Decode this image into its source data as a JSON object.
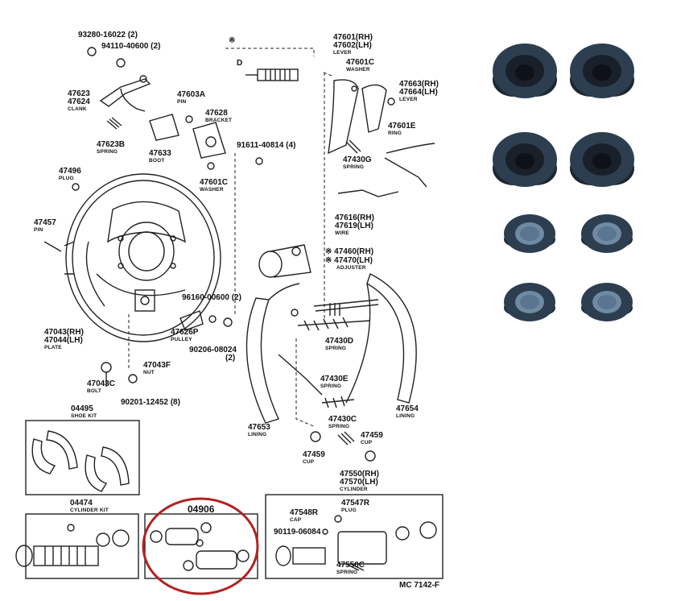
{
  "diagram": {
    "labels": [
      {
        "id": "p93280",
        "text": "93280-16022 (2)"
      },
      {
        "id": "p94110",
        "text": "94110-40600 (2)"
      },
      {
        "id": "p47623",
        "text": "47623"
      },
      {
        "id": "p47624",
        "text": "47624"
      },
      {
        "id": "p47624s",
        "text": "CLANK"
      },
      {
        "id": "p47603A",
        "text": "47603A"
      },
      {
        "id": "p47603As",
        "text": "PIN"
      },
      {
        "id": "p47628",
        "text": "47628"
      },
      {
        "id": "p47628s",
        "text": "BRACKET"
      },
      {
        "id": "p47623B",
        "text": "47623B"
      },
      {
        "id": "p47623Bs",
        "text": "SPRING"
      },
      {
        "id": "p47633",
        "text": "47633"
      },
      {
        "id": "p47633s",
        "text": "BOOT"
      },
      {
        "id": "p91611",
        "text": "91611-40814 (4)"
      },
      {
        "id": "p47496",
        "text": "47496"
      },
      {
        "id": "p47496s",
        "text": "PLUG"
      },
      {
        "id": "p47601C1",
        "text": "47601C"
      },
      {
        "id": "p47601C1s",
        "text": "WASHER"
      },
      {
        "id": "p47457",
        "text": "47457"
      },
      {
        "id": "p47457s",
        "text": "PIN"
      },
      {
        "id": "p47043",
        "text": "47043(RH)"
      },
      {
        "id": "p47044",
        "text": "47044(LH)"
      },
      {
        "id": "p47044s",
        "text": "PLATE"
      },
      {
        "id": "p47626P",
        "text": "47626P"
      },
      {
        "id": "p47626Ps",
        "text": "PULLEY"
      },
      {
        "id": "p96160",
        "text": "96160-00600 (2)"
      },
      {
        "id": "p90206",
        "text": "90206-08024"
      },
      {
        "id": "p90206q",
        "text": "(2)"
      },
      {
        "id": "p47043C",
        "text": "47043C"
      },
      {
        "id": "p47043Cs",
        "text": "BOLT"
      },
      {
        "id": "p47043F",
        "text": "47043F"
      },
      {
        "id": "p47043Fs",
        "text": "NUT"
      },
      {
        "id": "p90201",
        "text": "90201-12452 (8)"
      },
      {
        "id": "p04495",
        "text": "04495"
      },
      {
        "id": "p04495s",
        "text": "SHOE KIT"
      },
      {
        "id": "p47601",
        "text": "47601(RH)"
      },
      {
        "id": "p47602",
        "text": "47602(LH)"
      },
      {
        "id": "p47602s",
        "text": "LEVER"
      },
      {
        "id": "p47601C2",
        "text": "47601C"
      },
      {
        "id": "p47601C2s",
        "text": "WASHER"
      },
      {
        "id": "p47663",
        "text": "47663(RH)"
      },
      {
        "id": "p47664",
        "text": "47664(LH)"
      },
      {
        "id": "p47664s",
        "text": "LEVER"
      },
      {
        "id": "p47601E",
        "text": "47601E"
      },
      {
        "id": "p47601Es",
        "text": "RING"
      },
      {
        "id": "p47430G",
        "text": "47430G"
      },
      {
        "id": "p47430Gs",
        "text": "SPRING"
      },
      {
        "id": "p47616",
        "text": "47616(RH)"
      },
      {
        "id": "p47619",
        "text": "47619(LH)"
      },
      {
        "id": "p47619s",
        "text": "WIRE"
      },
      {
        "id": "p47460",
        "text": "※ 47460(RH)"
      },
      {
        "id": "p47470",
        "text": "※ 47470(LH)"
      },
      {
        "id": "p47470s",
        "text": "ADJUSTER"
      },
      {
        "id": "p47430D",
        "text": "47430D"
      },
      {
        "id": "p47430Ds",
        "text": "SPRING"
      },
      {
        "id": "p47430E",
        "text": "47430E"
      },
      {
        "id": "p47430Es",
        "text": "SPRING"
      },
      {
        "id": "p47653",
        "text": "47653"
      },
      {
        "id": "p47653s",
        "text": "LINING"
      },
      {
        "id": "p47654",
        "text": "47654"
      },
      {
        "id": "p47654s",
        "text": "LINING"
      },
      {
        "id": "p47430C",
        "text": "47430C"
      },
      {
        "id": "p47430Cs",
        "text": "SPRING"
      },
      {
        "id": "p47459a",
        "text": "47459"
      },
      {
        "id": "p47459as",
        "text": "CUP"
      },
      {
        "id": "p47459b",
        "text": "47459"
      },
      {
        "id": "p47459bs",
        "text": "CUP"
      },
      {
        "id": "p47550",
        "text": "47550(RH)"
      },
      {
        "id": "p47570",
        "text": "47570(LH)"
      },
      {
        "id": "p47570s",
        "text": "CYLINDER"
      },
      {
        "id": "p04474",
        "text": "04474"
      },
      {
        "id": "p04474s",
        "text": "CYLINDER KIT"
      },
      {
        "id": "p04906",
        "text": "04906"
      },
      {
        "id": "p47548R",
        "text": "47548R"
      },
      {
        "id": "p47548Rs",
        "text": "CAP"
      },
      {
        "id": "p47547R",
        "text": "47547R"
      },
      {
        "id": "p47547Rs",
        "text": "PLUG"
      },
      {
        "id": "p90119",
        "text": "90119-06084"
      },
      {
        "id": "p47550C",
        "text": "47550C"
      },
      {
        "id": "p47550Cs",
        "text": "SPRING"
      },
      {
        "id": "pMC",
        "text": "MC 7142-F"
      },
      {
        "id": "pD",
        "text": "D"
      },
      {
        "id": "pStar",
        "text": "※"
      }
    ],
    "highlight_color": "#b22222",
    "seal_color": "#2c3e50"
  }
}
